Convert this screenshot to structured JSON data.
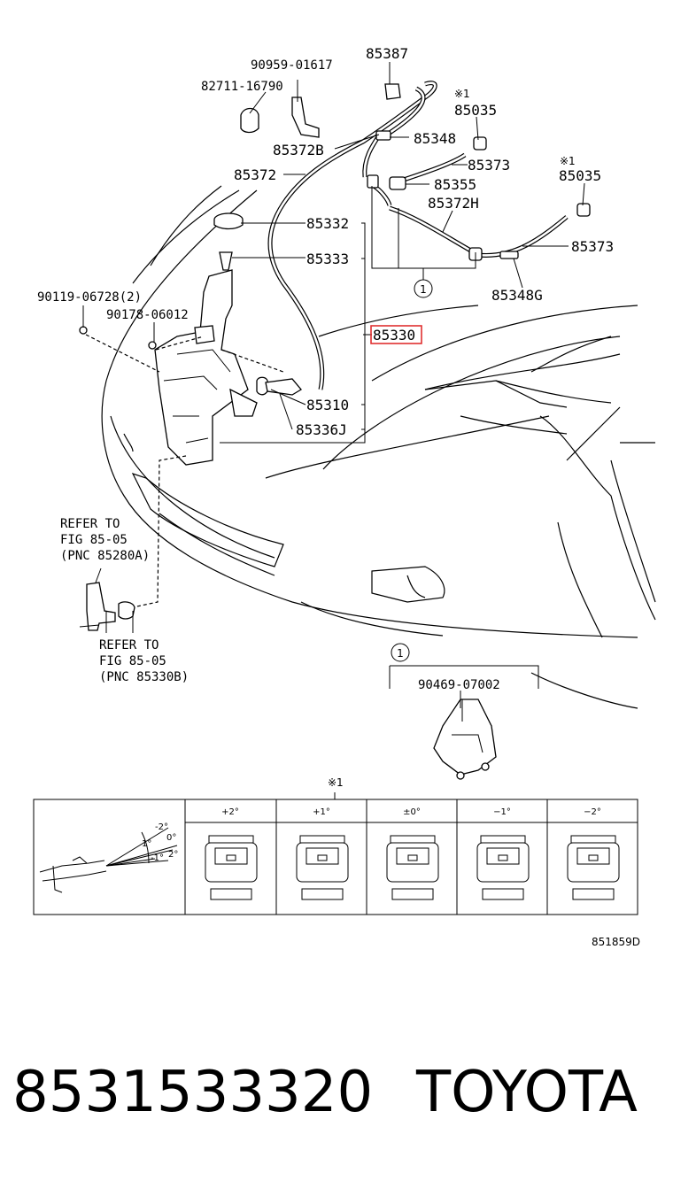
{
  "parts": {
    "p1": "85387",
    "p2": "90959-01617",
    "p3": "82711-16790",
    "p4": "85035",
    "p5": "85348",
    "p6": "85372B",
    "p7": "85373",
    "p8": "85035",
    "p9": "85372",
    "p10": "85355",
    "p11": "85372H",
    "p12": "85332",
    "p13": "85373",
    "p14": "85333",
    "p15": "85348G",
    "p16": "90119-06728(2)",
    "p17": "90178-06012",
    "p18": "85330",
    "p19": "85310",
    "p20": "85336J",
    "p21": "90469-07002"
  },
  "marks": {
    "asterisk1": "※1",
    "asterisk2": "※1",
    "asterisk3": "※1",
    "circle1": "1",
    "circle2": "1"
  },
  "refs": {
    "ref1": [
      "REFER TO",
      "FIG 85-05",
      "(PNC 85280A)"
    ],
    "ref2": [
      "REFER TO",
      "FIG 85-05",
      "(PNC 85330B)"
    ]
  },
  "angle_table": {
    "headers": [
      "+2°",
      "+1°",
      "±0°",
      "−1°",
      "−2°"
    ],
    "diagram_labels": [
      "-2°",
      "0°",
      "-1°",
      "2°",
      "1°"
    ]
  },
  "diagram_code": "851859D",
  "footer": {
    "part_number": "8531533320",
    "brand": "TOYOTA"
  },
  "colors": {
    "highlight": "#e03030"
  }
}
